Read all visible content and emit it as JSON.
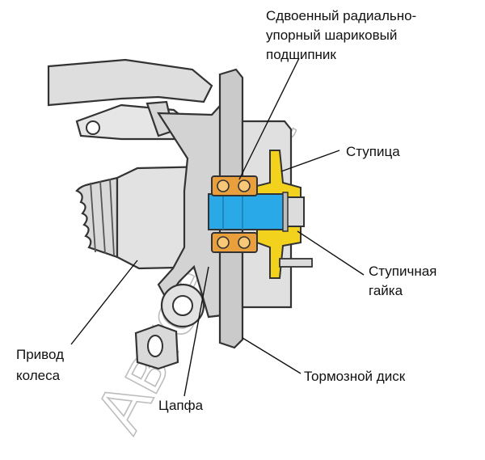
{
  "labels": {
    "bearing_line1": "Сдвоенный радиально-",
    "bearing_line2": "упорный шариковый",
    "bearing_line3": "подшипник",
    "hub": "Ступица",
    "hub_nut_line1": "Ступичная",
    "hub_nut_line2": "гайка",
    "drive_line1": "Привод",
    "drive_line2": "колеса",
    "brake_disc": "Тормозной диск",
    "knuckle": "Цапфа"
  },
  "watermark": "Автоазбука",
  "colors": {
    "bearing": "#e9a03c",
    "hub": "#f3d21e",
    "shaft": "#29a9e8",
    "metal_light": "#e3e3e3",
    "metal_mid": "#cfcfcf",
    "outline": "#333333"
  }
}
